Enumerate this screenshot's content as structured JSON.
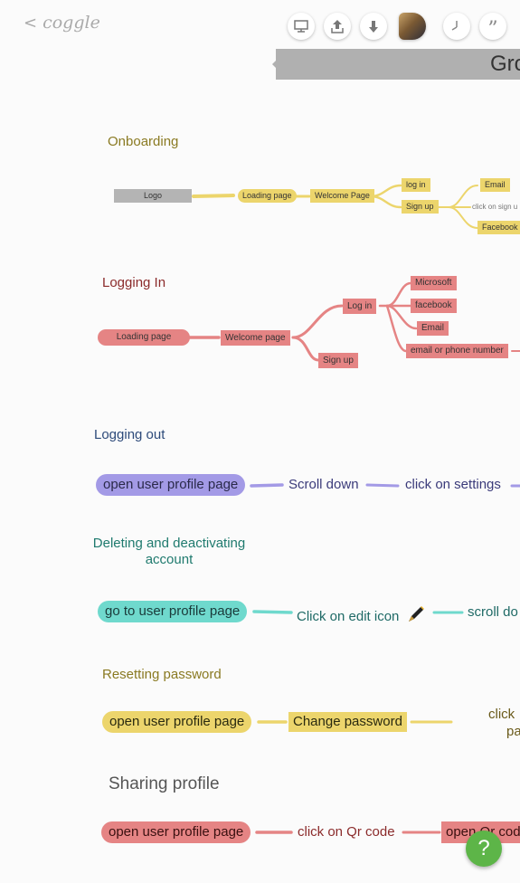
{
  "brand": {
    "back": "<",
    "name": "coggle"
  },
  "toolbar": {
    "icons": [
      "present-icon",
      "share-icon",
      "download-icon",
      "history-icon",
      "quote-icon"
    ]
  },
  "document_title": "Gro",
  "sections": {
    "onboarding": {
      "heading": "Onboarding",
      "nodes": {
        "logo": "Logo",
        "loading": "Loading page",
        "welcome": "Welcome Page",
        "login": "log in",
        "signup": "Sign up",
        "email": "Email",
        "click_signup": "click on sign u",
        "facebook": "Facebook"
      }
    },
    "logging_in": {
      "heading": "Logging In",
      "nodes": {
        "loading": "Loading page",
        "welcome": "Welcome page",
        "login": "Log in",
        "signup": "Sign up",
        "microsoft": "Microsoft",
        "facebook": "facebook",
        "email": "Email",
        "email_phone": "email or phone number"
      }
    },
    "logging_out": {
      "heading": "Logging out",
      "nodes": {
        "open_profile": "open user profile page",
        "scroll": "Scroll down",
        "settings": "click on settings"
      }
    },
    "deleting": {
      "heading": "Deleting and deactivating account",
      "nodes": {
        "go_profile": "go to user profile page",
        "edit_icon": "Click on edit icon",
        "scroll": "scroll do"
      }
    },
    "resetting": {
      "heading": "Resetting password",
      "nodes": {
        "open_profile": "open user profile page",
        "change": "Change password",
        "click_line1": "click",
        "click_line2": "pa"
      }
    },
    "sharing": {
      "heading": "Sharing profile",
      "nodes": {
        "open_profile": "open user profile page",
        "qr": "click on Qr code",
        "open_qr": "open Qr cod"
      }
    }
  },
  "help": {
    "label": "?"
  },
  "colors": {
    "yellow": "#ecd56c",
    "red": "#e58484",
    "purple": "#a39ae6",
    "teal": "#6fd9cd",
    "gray": "#b4b4b4",
    "olive": "#8a7a22",
    "maroon": "#8b2b2b",
    "navy": "#2d4a7a",
    "dark_teal": "#1f7a6e"
  }
}
